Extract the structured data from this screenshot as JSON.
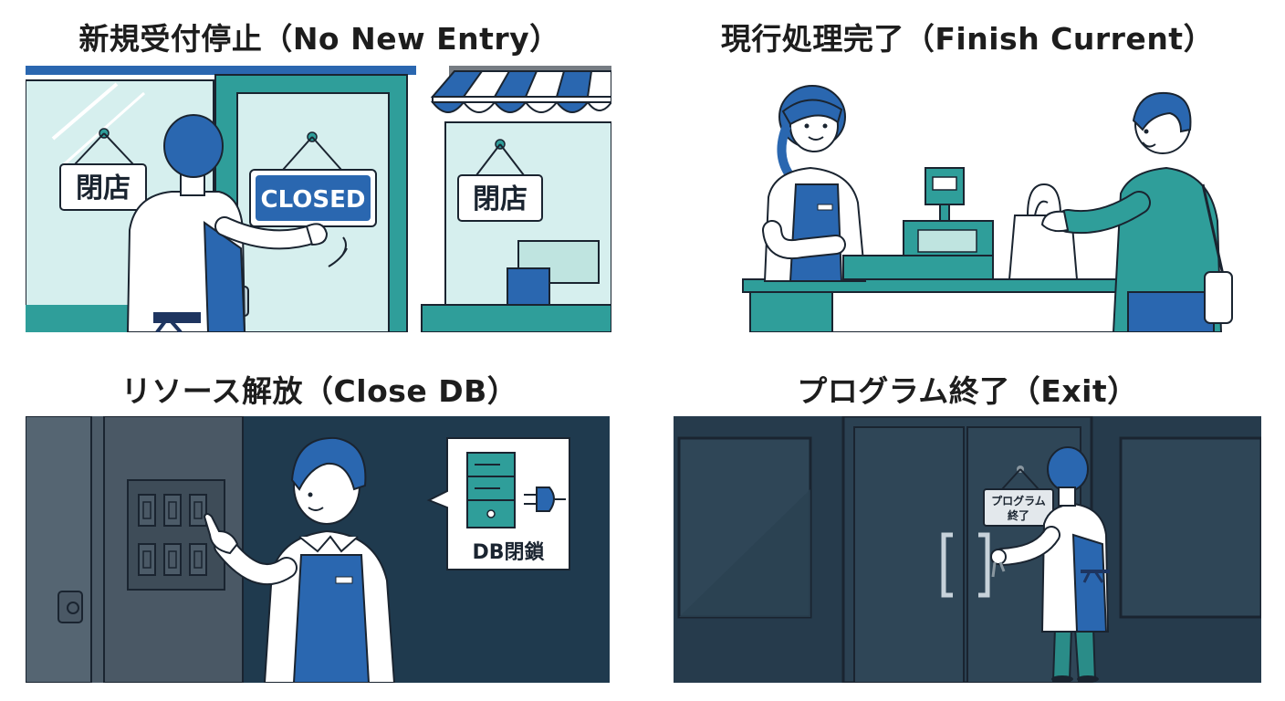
{
  "panels": [
    {
      "title": "新規受付停止（No New Entry）",
      "signs": [
        "閉店",
        "CLOSED",
        "閉店"
      ]
    },
    {
      "title": "現行処理完了（Finish Current）"
    },
    {
      "title": "リソース解放（Close DB）",
      "bubble_label": "DB閉鎖"
    },
    {
      "title": "プログラム終了（Exit）",
      "door_sign_line1": "プログラム",
      "door_sign_line2": "終了"
    }
  ],
  "colors": {
    "navy": "#1e3560",
    "blue": "#2a67b0",
    "teal": "#2f9e9a",
    "light_teal": "#cfecea",
    "dark_slate": "#2c3f50",
    "outline": "#1a2430"
  }
}
